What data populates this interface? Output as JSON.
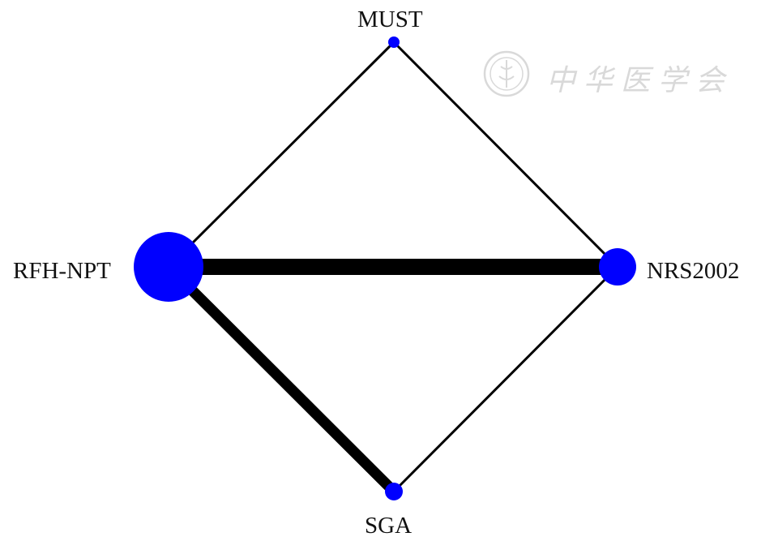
{
  "network": {
    "nodes": [
      {
        "id": "must",
        "label": "MUST",
        "size": 1
      },
      {
        "id": "rfh",
        "label": "RFH-NPT",
        "size": 10
      },
      {
        "id": "nrs",
        "label": "NRS2002",
        "size": 5
      },
      {
        "id": "sga",
        "label": "SGA",
        "size": 2
      }
    ],
    "edges": [
      {
        "from": "rfh",
        "to": "nrs",
        "weight": 6
      },
      {
        "from": "rfh",
        "to": "sga",
        "weight": 4
      },
      {
        "from": "rfh",
        "to": "must",
        "weight": 1
      },
      {
        "from": "must",
        "to": "nrs",
        "weight": 1
      },
      {
        "from": "nrs",
        "to": "sga",
        "weight": 1
      }
    ],
    "node_color": "#0000ff",
    "edge_color": "#000000"
  },
  "watermark": {
    "text": "中华医学会",
    "color": "#8a8a8a"
  }
}
